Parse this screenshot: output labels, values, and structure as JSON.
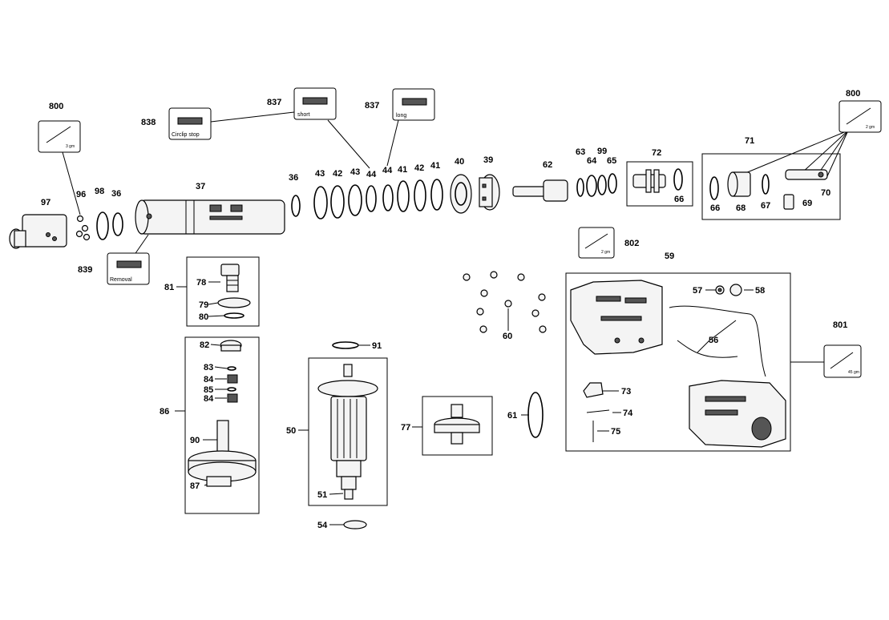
{
  "labels": {
    "l97": "97",
    "l96": "96",
    "l98": "98",
    "l36a": "36",
    "l37": "37",
    "l36b": "36",
    "l43a": "43",
    "l42a": "42",
    "l43b": "43",
    "l44a": "44",
    "l44b": "44",
    "l41a": "41",
    "l42b": "42",
    "l41b": "41",
    "l40": "40",
    "l39": "39",
    "l62": "62",
    "l63": "63",
    "l64": "64",
    "l99": "99",
    "l65": "65",
    "l72": "72",
    "l66a": "66",
    "l71": "71",
    "l66b": "66",
    "l68": "68",
    "l67": "67",
    "l69": "69",
    "l70": "70",
    "l800a": "800",
    "l800b": "800",
    "l838": "838",
    "l837a": "837",
    "l837b": "837",
    "l839": "839",
    "l81": "81",
    "l78": "78",
    "l79": "79",
    "l80": "80",
    "l82": "82",
    "l83": "83",
    "l84a": "84",
    "l85": "85",
    "l84b": "84",
    "l86": "86",
    "l90": "90",
    "l87": "87",
    "l91": "91",
    "l50": "50",
    "l51": "51",
    "l54": "54",
    "l77": "77",
    "l61": "61",
    "l60": "60",
    "l802": "802",
    "l59": "59",
    "l57": "57",
    "l58": "58",
    "l56": "56",
    "l801": "801",
    "l73": "73",
    "l74": "74",
    "l75": "75"
  },
  "tools": {
    "t800a": "3 gm",
    "t838": "Circlip stop",
    "t837a": "short",
    "t837b": "long",
    "t800b": "2 gm",
    "t839": "Removal",
    "t802": "2 gm",
    "t801": "45 gm"
  }
}
